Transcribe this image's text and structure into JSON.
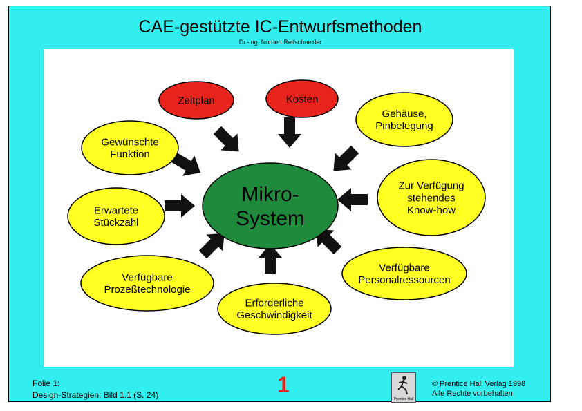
{
  "title": "CAE-gestützte IC-Entwurfsmethoden",
  "author": "Dr.-Ing. Norbert Reifschneider",
  "center": {
    "lines": [
      "Mikro-",
      "System"
    ]
  },
  "nodes": [
    {
      "id": "zeitplan",
      "lines": [
        "Zeitplan"
      ],
      "color": "red"
    },
    {
      "id": "kosten",
      "lines": [
        "Kosten"
      ],
      "color": "red"
    },
    {
      "id": "gehaeuse",
      "lines": [
        "Gehäuse,",
        "Pinbelegung"
      ],
      "color": "yellow"
    },
    {
      "id": "know-how",
      "lines": [
        "Zur Verfügung",
        "stehendes",
        "Know-how"
      ],
      "color": "yellow"
    },
    {
      "id": "personal",
      "lines": [
        "Verfügbare",
        "Personalressourcen"
      ],
      "color": "yellow"
    },
    {
      "id": "geschwindigkeit",
      "lines": [
        "Erforderliche",
        "Geschwindigkeit"
      ],
      "color": "yellow"
    },
    {
      "id": "prozess",
      "lines": [
        "Verfügbare",
        "Prozeßtechnologie"
      ],
      "color": "yellow"
    },
    {
      "id": "stueckzahl",
      "lines": [
        "Erwartete",
        "Stückzahl"
      ],
      "color": "yellow"
    },
    {
      "id": "funktion",
      "lines": [
        "Gewünschte",
        "Funktion"
      ],
      "color": "yellow"
    }
  ],
  "colors": {
    "background": "#33eeee",
    "red": "#e8231b",
    "yellow": "#ffff22",
    "green": "#1f8a3c",
    "arrow": "#111111",
    "slide_number": "#e8231b"
  },
  "footer": {
    "line1": "Folie 1:",
    "line2": "Design-Strategien: Bild 1.1 (S. 24)",
    "slide_number": "1",
    "logo_text": "Prentice Hall",
    "copyright_line1": "© Prentice Hall Verlag 1998",
    "copyright_line2": "Alle Rechte vorbehalten"
  }
}
